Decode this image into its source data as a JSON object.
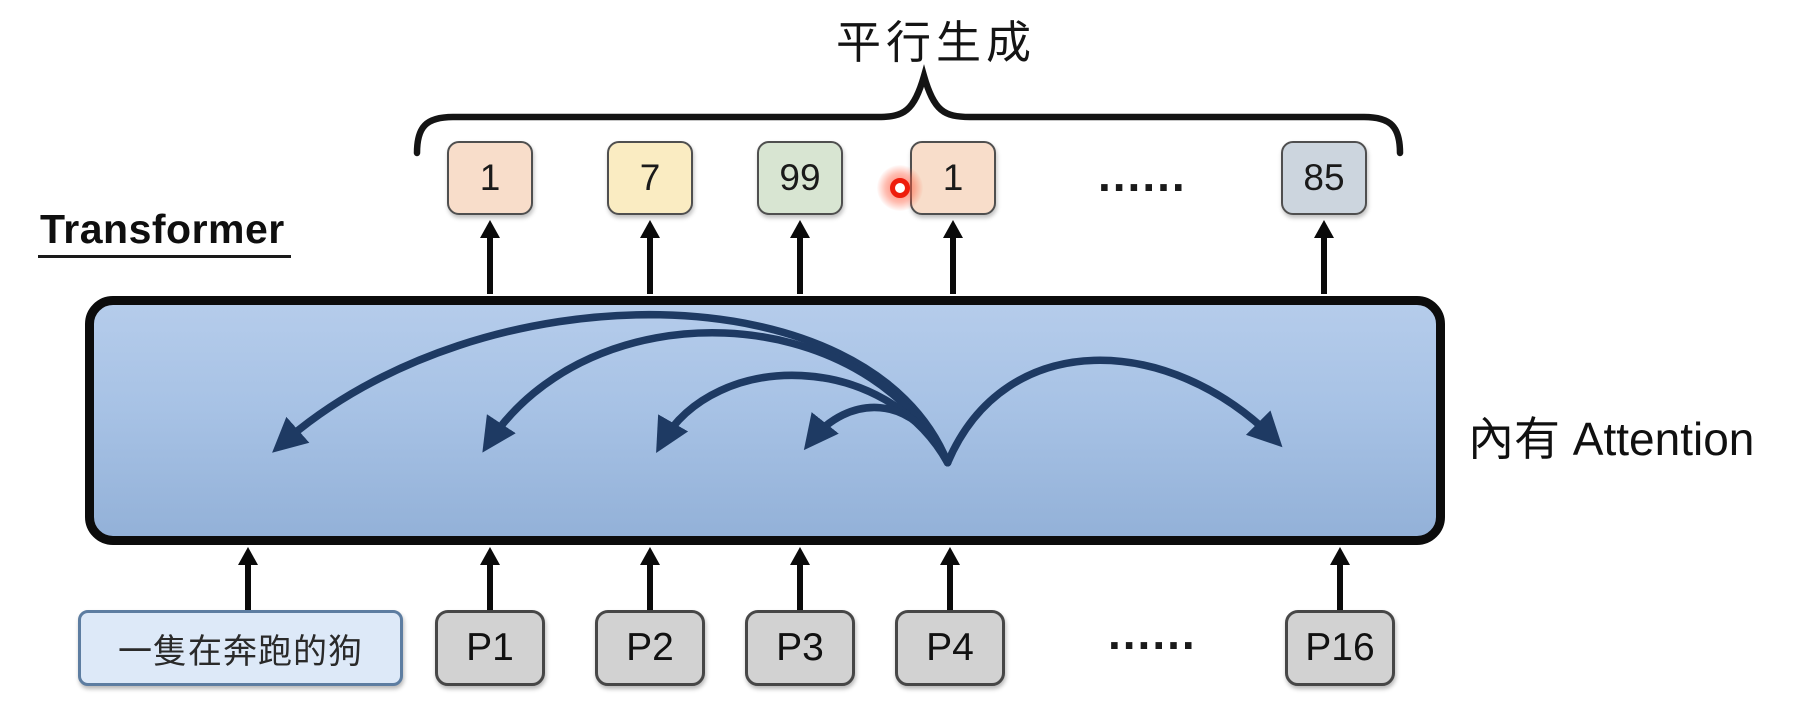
{
  "title": "平行生成",
  "model_label": "Transformer",
  "side_note": "內有 Attention",
  "ellipsis": "......",
  "output_tokens": [
    {
      "label": "1",
      "fill": "#f8ddca"
    },
    {
      "label": "7",
      "fill": "#faecc2"
    },
    {
      "label": "99",
      "fill": "#d8e5d2"
    },
    {
      "label": "1",
      "fill": "#f8ddca"
    },
    {
      "label": "85",
      "fill": "#ccd5de"
    }
  ],
  "input_tokens": [
    {
      "label": "一隻在奔跑的狗"
    },
    {
      "label": "P1"
    },
    {
      "label": "P2"
    },
    {
      "label": "P3"
    },
    {
      "label": "P4"
    },
    {
      "label": "P16"
    }
  ],
  "colors": {
    "transformer_box_top": "#b5cceb",
    "transformer_box_bottom": "#93b1d8",
    "transformer_box_border": "#0c0c0c",
    "attention_arrow": "#1e3a63",
    "brace_and_arrows": "#111111",
    "pointer_dot": "#ee1c0c",
    "input_text_box_fill": "#dde9f8",
    "input_text_box_border": "#5d7da1",
    "input_token_fill": "#d2d2d2"
  }
}
